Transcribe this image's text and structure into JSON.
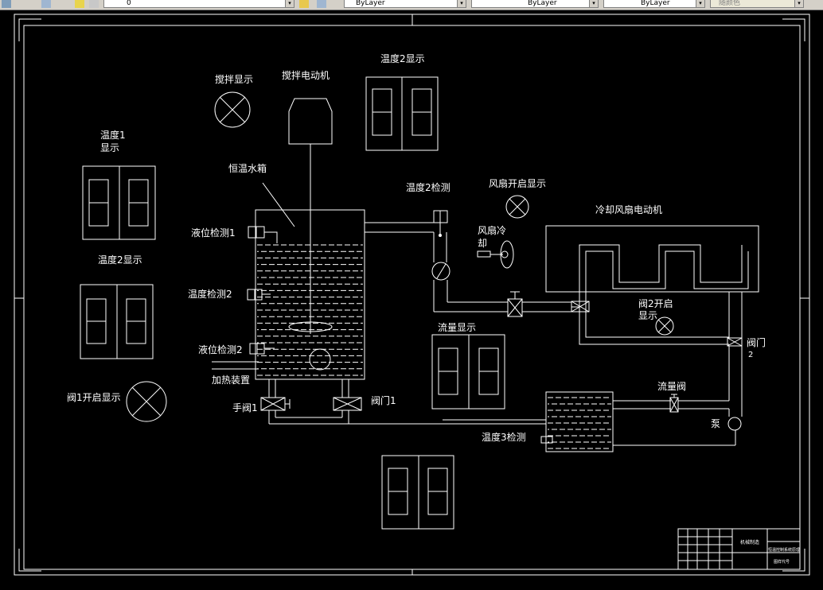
{
  "toolbar": {
    "layer_value": "0",
    "color_combo": "ByLayer",
    "linetype_combo": "ByLayer",
    "lineweight_combo": "ByLayer",
    "plotstyle_combo": "随颜色"
  },
  "drawing": {
    "labels": {
      "stir_display": "搅拌显示",
      "stir_motor": "搅拌电动机",
      "temp2_display_top": "温度2显示",
      "temp1_display_line1": "温度1",
      "temp1_display_line2": "显示",
      "temp2_display_left": "温度2显示",
      "tank": "恒温水箱",
      "level_sensor1": "液位检测1",
      "temp_sensor2_left": "温度检测2",
      "level_sensor2": "液位检测2",
      "heater": "加热装置",
      "manual_valve1": "手阀1",
      "valve1": "阀门1",
      "valve1_display": "阀1开启显示",
      "temp2_sensor": "温度2检测",
      "fan_display": "风扇开启显示",
      "fan_cool_line1": "风扇冷",
      "fan_cool_line2": "却",
      "fan_motor": "冷却风扇电动机",
      "valve2_display_line1": "阀2开启",
      "valve2_display_line2": "显示",
      "valve2_line1": "阀门",
      "valve2_line2": "2",
      "flow_display": "流量显示",
      "flow_valve": "流量阀",
      "pump": "泵",
      "temp3_sensor": "温度3检测"
    },
    "title_block": {
      "row1": "机械制造",
      "row2": "恒温控制系统原理",
      "row3": "图样代号"
    }
  }
}
